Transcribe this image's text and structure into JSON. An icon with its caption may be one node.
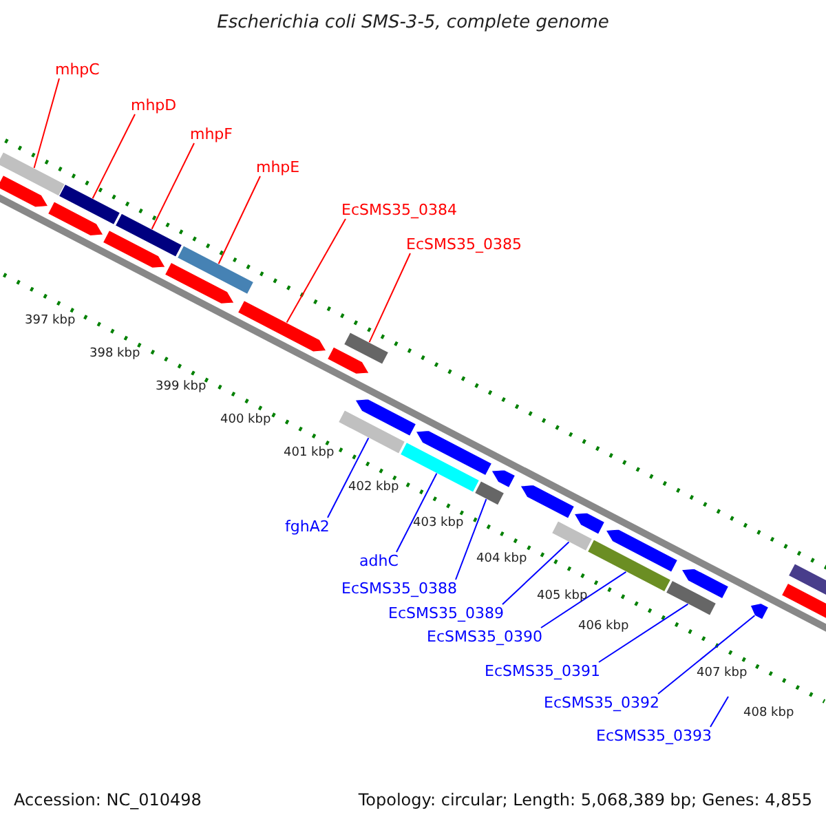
{
  "diagram": {
    "title": "Escherichia coli SMS-3-5, complete genome",
    "nodes": [
      {
        "text": [
          "mhpC"
        ]
      },
      {
        "text": [
          "mhpD"
        ]
      },
      {
        "text": [
          "mhpF"
        ]
      },
      {
        "text": [
          "mhpE"
        ]
      },
      {
        "text": [
          "EcSMS35_0384"
        ]
      },
      {
        "text": [
          "EcSMS35_0385"
        ]
      },
      {
        "text": [],
        "shape": "bar"
      },
      {
        "text": [],
        "shape": "arrow"
      },
      {
        "text": [],
        "shape": "arrow"
      },
      {
        "text": [],
        "shape": "bar"
      },
      {
        "text": [],
        "shape": "arrow"
      },
      {
        "text": [],
        "shape": "bar"
      },
      {
        "text": [],
        "shape": "arrow"
      },
      {
        "text": [],
        "shape": "bar"
      },
      {
        "text": [],
        "shape": "arrow"
      },
      {
        "text": [],
        "shape": "arrow"
      },
      {
        "text": [],
        "shape": "bar"
      },
      {
        "text": [],
        "shape": "arrow"
      },
      {
        "text": [],
        "shape": "bar"
      },
      {
        "text": [
          "fghA2"
        ]
      },
      {
        "text": [
          "adhC"
        ]
      },
      {
        "text": [
          "EcSMS35_0388"
        ]
      },
      {
        "text": [
          "EcSMS35_0389"
        ]
      },
      {
        "text": [
          "EcSMS35_0390"
        ]
      },
      {
        "text": [
          "EcSMS35_0391"
        ]
      },
      {
        "text": [
          "EcSMS35_0392"
        ]
      },
      {
        "text": [
          "EcSMS35_0393"
        ]
      },
      {
        "text": [],
        "shape": "bar"
      },
      {
        "text": [],
        "shape": "arrow"
      },
      {
        "text": [],
        "shape": "bar"
      },
      {
        "text": [],
        "shape": "arrow"
      },
      {
        "text": [],
        "shape": "bar"
      },
      {
        "text": [],
        "shape": "arrow"
      },
      {
        "text": [],
        "shape": "arrow"
      },
      {
        "text": [],
        "shape": "bar"
      },
      {
        "text": [],
        "shape": "arrow"
      },
      {
        "text": [],
        "shape": "bar"
      },
      {
        "text": [],
        "shape": "arrow"
      },
      {
        "text": [],
        "shape": "bar"
      },
      {
        "text": [],
        "shape": "arrow"
      },
      {
        "text": [],
        "shape": "arrow"
      }
    ],
    "edges": [
      {
        "from": 0,
        "to": 6,
        "arrow": "none",
        "color": "#ff0000"
      },
      {
        "from": 1,
        "to": 9,
        "arrow": "none",
        "color": "#ff0000"
      },
      {
        "from": 2,
        "to": 11,
        "arrow": "none",
        "color": "#ff0000"
      },
      {
        "from": 3,
        "to": 13,
        "arrow": "none",
        "color": "#ff0000"
      },
      {
        "from": 4,
        "to": 14,
        "arrow": "none",
        "color": "#ff0000"
      },
      {
        "from": 5,
        "to": 16,
        "arrow": "none",
        "color": "#ff0000"
      },
      {
        "from": 19,
        "to": 27,
        "arrow": "none"
      },
      {
        "from": 20,
        "to": 29,
        "arrow": "none"
      },
      {
        "from": 21,
        "to": 31,
        "arrow": "none"
      },
      {
        "from": 22,
        "to": 34,
        "arrow": "none"
      },
      {
        "from": 23,
        "to": 36,
        "arrow": "none"
      },
      {
        "from": 24,
        "to": 38,
        "arrow": "none"
      },
      {
        "from": 25,
        "to": 40,
        "arrow": "none"
      },
      {
        "from": 26,
        "to": null,
        "arrow": "none"
      }
    ],
    "labels": [
      "397 kbp",
      "398 kbp",
      "399 kbp",
      "400 kbp",
      "401 kbp",
      "402 kbp",
      "403 kbp",
      "404 kbp",
      "405 kbp",
      "406 kbp",
      "407 kbp",
      "408 kbp",
      "Accession: NC_010498",
      "Topology: circular; Length: 5,068,389 bp; Genes: 4,855"
    ]
  }
}
